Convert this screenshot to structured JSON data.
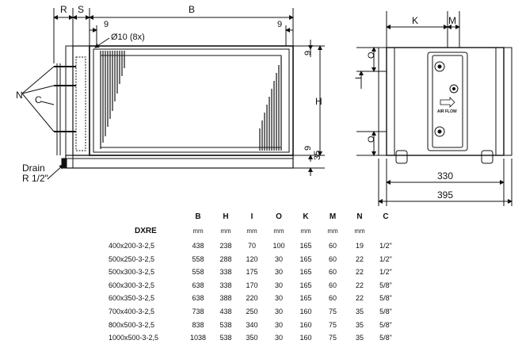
{
  "labels": {
    "R": "R",
    "S": "S",
    "B": "B",
    "dim9a": "9",
    "dim9b": "9",
    "dim9c": "9",
    "dim9d": "9",
    "hole": "Ø10 (8x)",
    "H": "H",
    "dim35": "35",
    "N": "N",
    "C": "C",
    "drain1": "Drain",
    "drain2": "R 1/2\"",
    "K": "K",
    "M": "M",
    "O1": "O",
    "O2": "O",
    "I": "I",
    "airflow": "AIR FLOW",
    "w330": "330",
    "w395": "395"
  },
  "table": {
    "model_header": "DXRE",
    "columns": [
      "B",
      "H",
      "I",
      "O",
      "K",
      "M",
      "N",
      "C"
    ],
    "units": [
      "mm",
      "mm",
      "mm",
      "mm",
      "mm",
      "mm",
      "mm",
      ""
    ],
    "rows": [
      [
        "400x200-3-2,5",
        "438",
        "238",
        "70",
        "100",
        "165",
        "60",
        "19",
        "1/2\""
      ],
      [
        "500x250-3-2,5",
        "558",
        "288",
        "120",
        "30",
        "165",
        "60",
        "22",
        "1/2\""
      ],
      [
        "500x300-3-2,5",
        "558",
        "338",
        "175",
        "30",
        "165",
        "60",
        "22",
        "1/2\""
      ],
      [
        "600x300-3-2,5",
        "638",
        "338",
        "170",
        "30",
        "165",
        "60",
        "22",
        "5/8\""
      ],
      [
        "600x350-3-2,5",
        "638",
        "388",
        "220",
        "30",
        "165",
        "60",
        "22",
        "5/8\""
      ],
      [
        "700x400-3-2,5",
        "738",
        "438",
        "250",
        "30",
        "160",
        "75",
        "35",
        "5/8\""
      ],
      [
        "800x500-3-2,5",
        "838",
        "538",
        "340",
        "30",
        "160",
        "75",
        "35",
        "5/8\""
      ],
      [
        "1000x500-3-2,5",
        "1038",
        "538",
        "350",
        "30",
        "160",
        "75",
        "35",
        "5/8\""
      ]
    ]
  }
}
